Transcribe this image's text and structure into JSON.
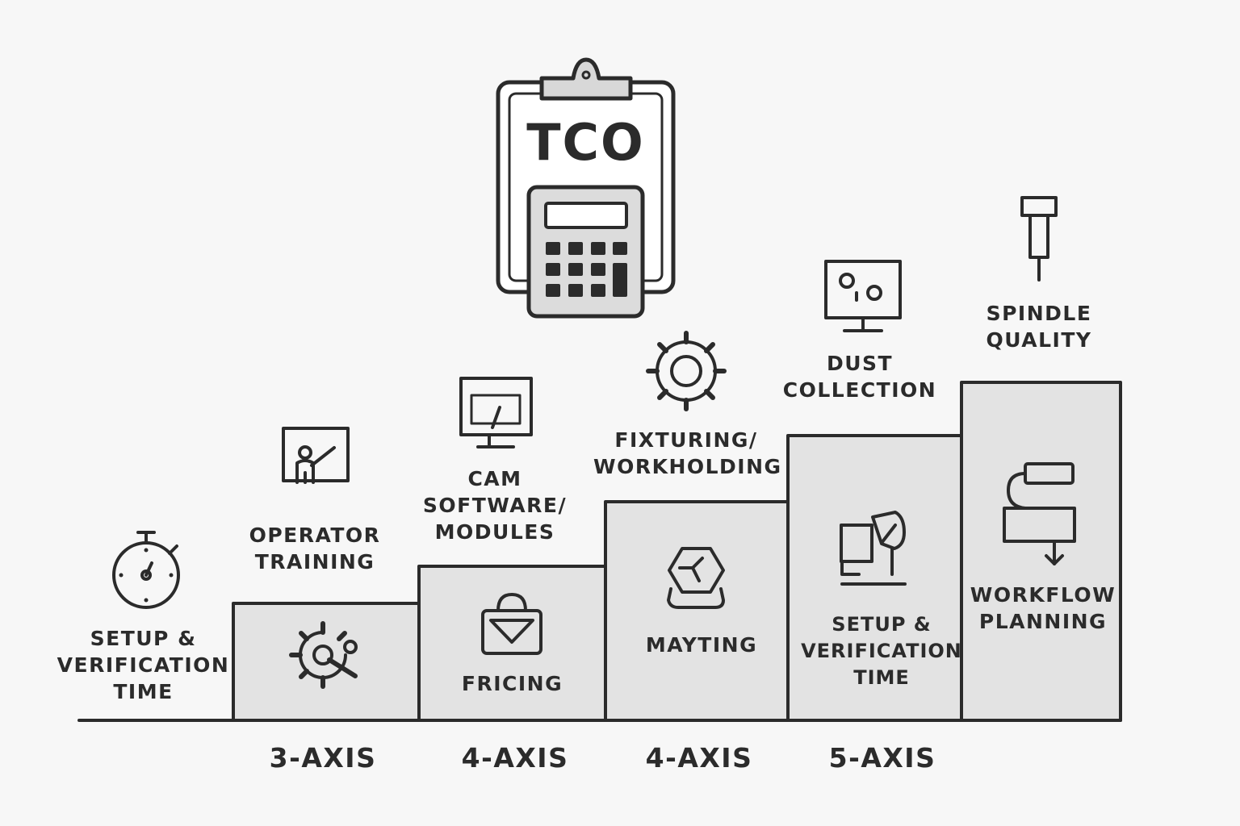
{
  "diagram": {
    "center_title": "TCO",
    "upper_labels": {
      "setup_time": [
        "SETUP &",
        "VERIFICATION",
        "TIME"
      ],
      "operator_training": [
        "OPERATOR",
        "TRAINING"
      ],
      "cam_software": [
        "CAM",
        "SOFTWARE/",
        "MODULES"
      ],
      "fixturing": [
        "FIXTURING/",
        "WORKHOLDING"
      ],
      "dust_collection": [
        "DUST",
        "COLLECTION"
      ],
      "spindle_quality": [
        "SPINDLE",
        "QUALITY"
      ]
    },
    "step_labels": {
      "fricing": "FRICING",
      "mayting": "MAYTING",
      "setup_verification": [
        "SETUP &",
        "VERIFICATION",
        "TIME"
      ],
      "workflow_planning": [
        "WORKFLOW",
        "PLANNING"
      ]
    },
    "axis_labels": [
      "3-AXIS",
      "4-AXIS",
      "4-AXIS",
      "5-AXIS"
    ],
    "icons": [
      "clipboard-icon",
      "calculator-icon",
      "stopwatch-icon",
      "presentation-icon",
      "monitor-icon",
      "gear-icon",
      "dust-monitor-icon",
      "spindle-icon",
      "gear-wrench-icon",
      "bag-icon",
      "hexagon-icon",
      "machine-icon",
      "flowchart-icon"
    ],
    "colors": {
      "stroke": "#2b2b2b",
      "step_fill": "#e3e3e3",
      "background": "#f7f7f7"
    }
  }
}
